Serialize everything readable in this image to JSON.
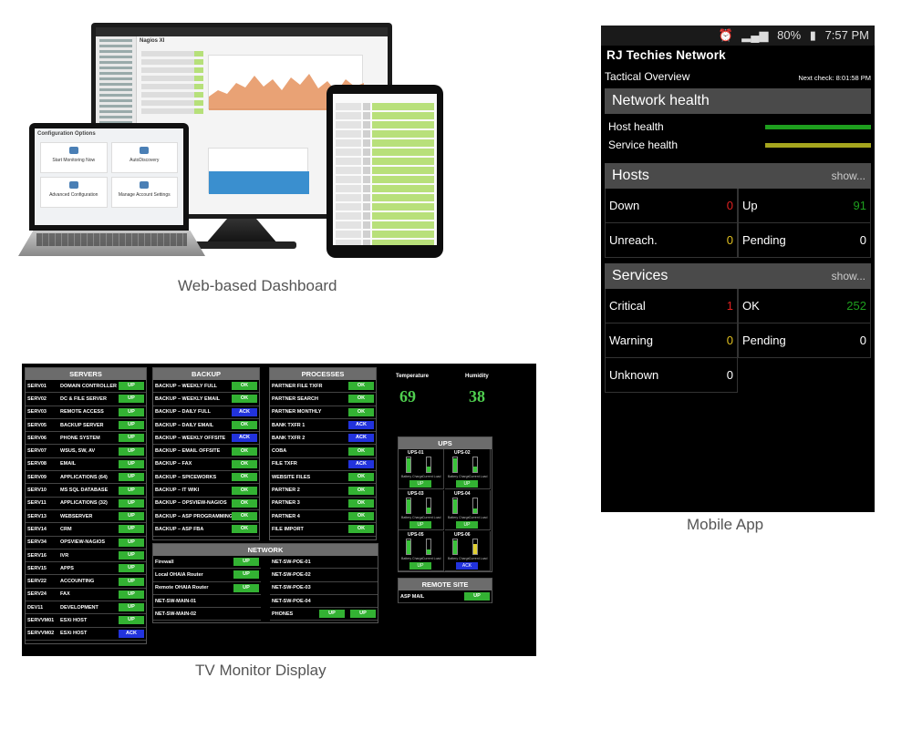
{
  "captions": {
    "web": "Web-based Dashboard",
    "mobile": "Mobile App",
    "tv": "TV Monitor Display"
  },
  "web_dashboard": {
    "monitor_title": "Nagios XI",
    "laptop_heading": "Configuration Options",
    "laptop_cards": [
      "Start Monitoring Now",
      "AutoDiscovery",
      "Advanced Configuration",
      "Manage Account Settings"
    ],
    "colors": {
      "ok": "#b6e07a",
      "bezel": "#1b1b1b"
    }
  },
  "mobile": {
    "status": {
      "signal": "80%",
      "battery_icon": "battery-icon",
      "time": "7:57 PM"
    },
    "app_title": "RJ Techies Network",
    "tactical": "Tactical Overview",
    "next_check": "Next check: 8:01:58 PM",
    "network_health": {
      "title": "Network health",
      "host_label": "Host health",
      "service_label": "Service health",
      "host_color": "#1e9e1e",
      "service_color": "#a5a51e"
    },
    "hosts": {
      "title": "Hosts",
      "show": "show...",
      "cells": [
        {
          "label": "Down",
          "value": "0",
          "color": "#e02020"
        },
        {
          "label": "Up",
          "value": "91",
          "color": "#1e9e1e"
        },
        {
          "label": "Unreach.",
          "value": "0",
          "color": "#e0c020"
        },
        {
          "label": "Pending",
          "value": "0",
          "color": "#ffffff"
        }
      ]
    },
    "services": {
      "title": "Services",
      "show": "show...",
      "cells": [
        {
          "label": "Critical",
          "value": "1",
          "color": "#e02020"
        },
        {
          "label": "OK",
          "value": "252",
          "color": "#1e9e1e"
        },
        {
          "label": "Warning",
          "value": "0",
          "color": "#e0c020"
        },
        {
          "label": "Pending",
          "value": "0",
          "color": "#ffffff"
        },
        {
          "label": "Unknown",
          "value": "0",
          "color": "#ffffff"
        }
      ]
    }
  },
  "tv": {
    "servers": {
      "title": "SERVERS",
      "rows": [
        {
          "code": "SERV01",
          "name": "DOMAIN CONTROLLER",
          "status": "UP"
        },
        {
          "code": "SERV02",
          "name": "DC & FILE SERVER",
          "status": "UP"
        },
        {
          "code": "SERV03",
          "name": "REMOTE ACCESS",
          "status": "UP"
        },
        {
          "code": "SERV05",
          "name": "BACKUP SERVER",
          "status": "UP"
        },
        {
          "code": "SERV06",
          "name": "PHONE SYSTEM",
          "status": "UP"
        },
        {
          "code": "SERV07",
          "name": "WSUS, SW, AV",
          "status": "UP"
        },
        {
          "code": "SERV08",
          "name": "EMAIL",
          "status": "UP"
        },
        {
          "code": "SERV09",
          "name": "APPLICATIONS (64)",
          "status": "UP"
        },
        {
          "code": "SERV10",
          "name": "MS SQL DATABASE",
          "status": "UP"
        },
        {
          "code": "SERV11",
          "name": "APPLICATIONS (32)",
          "status": "UP"
        },
        {
          "code": "SERV13",
          "name": "WEBSERVER",
          "status": "UP"
        },
        {
          "code": "SERV14",
          "name": "CRM",
          "status": "UP"
        },
        {
          "code": "SERV34",
          "name": "OPSVIEW-NAGIOS",
          "status": "UP"
        },
        {
          "code": "SERV16",
          "name": "IVR",
          "status": "UP"
        },
        {
          "code": "SERV15",
          "name": "APPS",
          "status": "UP"
        },
        {
          "code": "SERV22",
          "name": "ACCOUNTING",
          "status": "UP"
        },
        {
          "code": "SERV24",
          "name": "FAX",
          "status": "UP"
        },
        {
          "code": "DEV11",
          "name": "DEVELOPMENT",
          "status": "UP"
        },
        {
          "code": "SERVVM01",
          "name": "ESXi HOST",
          "status": "UP"
        },
        {
          "code": "SERVVM02",
          "name": "ESXi HOST",
          "status": "ACK"
        }
      ]
    },
    "backup": {
      "title": "BACKUP",
      "rows": [
        {
          "name": "BACKUP – WEEKLY FULL",
          "status": "OK"
        },
        {
          "name": "BACKUP – WEEKLY EMAIL",
          "status": "OK"
        },
        {
          "name": "BACKUP – DAILY FULL",
          "status": "ACK"
        },
        {
          "name": "BACKUP – DAILY EMAIL",
          "status": "OK"
        },
        {
          "name": "BACKUP – WEEKLY OFFSITE",
          "status": "ACK"
        },
        {
          "name": "BACKUP – EMAIL OFFSITE",
          "status": "OK"
        },
        {
          "name": "BACKUP – FAX",
          "status": "OK"
        },
        {
          "name": "BACKUP – SPICEWORKS",
          "status": "OK"
        },
        {
          "name": "BACKUP – IT WIKI",
          "status": "OK"
        },
        {
          "name": "BACKUP – OPSVIEW-NAGIOS",
          "status": "OK"
        },
        {
          "name": "BACKUP – ASP PROGRAMMING",
          "status": "OK"
        },
        {
          "name": "BACKUP – ASP FBA",
          "status": "OK"
        }
      ]
    },
    "processes": {
      "title": "PROCESSES",
      "rows": [
        {
          "name": "PARTNER FILE TXFR",
          "status": "OK"
        },
        {
          "name": "PARTNER SEARCH",
          "status": "OK"
        },
        {
          "name": "PARTNER MONTHLY",
          "status": "OK"
        },
        {
          "name": "BANK TXFR 1",
          "status": "ACK"
        },
        {
          "name": "BANK TXFR 2",
          "status": "ACK"
        },
        {
          "name": "COBA",
          "status": "OK"
        },
        {
          "name": "FILE TXFR",
          "status": "ACK"
        },
        {
          "name": "WEBSITE FILES",
          "status": "OK"
        },
        {
          "name": "PARTNER 2",
          "status": "OK"
        },
        {
          "name": "PARTNER 3",
          "status": "OK"
        },
        {
          "name": "PARTNER 4",
          "status": "OK"
        },
        {
          "name": "FILE IMPORT",
          "status": "OK"
        }
      ]
    },
    "network": {
      "title": "NETWORK",
      "left": [
        {
          "name": "Firewall",
          "status": "UP"
        },
        {
          "name": "Local OHAIA Router",
          "status": "UP"
        },
        {
          "name": "Remote OHAIA Router",
          "status": "UP"
        },
        {
          "name": "NET-SW-MAIN-01",
          "status": ""
        },
        {
          "name": "NET-SW-MAIN-02",
          "status": ""
        }
      ],
      "right": [
        {
          "name": "NET-SW-POE-01",
          "status": ""
        },
        {
          "name": "NET-SW-POE-02",
          "status": ""
        },
        {
          "name": "NET-SW-POE-03",
          "status": ""
        },
        {
          "name": "NET-SW-POE-04",
          "status": ""
        },
        {
          "name": "PHONES",
          "status": "UP",
          "status2": "UP"
        }
      ]
    },
    "environment": {
      "temperature_label": "Temperature",
      "temperature_value": "69",
      "humidity_label": "Humidity",
      "humidity_value": "38"
    },
    "ups": {
      "title": "UPS",
      "units": [
        {
          "name": "UPS-01",
          "status": "UP",
          "charge": 0.95,
          "load": 0.35
        },
        {
          "name": "UPS-02",
          "status": "UP",
          "charge": 0.95,
          "load": 0.4
        },
        {
          "name": "UPS-03",
          "status": "UP",
          "charge": 0.95,
          "load": 0.35
        },
        {
          "name": "UPS-04",
          "status": "UP",
          "charge": 0.95,
          "load": 0.3
        },
        {
          "name": "UPS-05",
          "status": "UP",
          "charge": 0.95,
          "load": 0.3
        },
        {
          "name": "UPS-06",
          "status": "ACK",
          "charge": 0.95,
          "load": 0.7
        }
      ],
      "gauge_labels": [
        "Battery Charge",
        "Current Load"
      ]
    },
    "remote_site": {
      "title": "REMOTE SITE",
      "rows": [
        {
          "name": "ASP MAIL",
          "status": "UP"
        }
      ]
    }
  }
}
